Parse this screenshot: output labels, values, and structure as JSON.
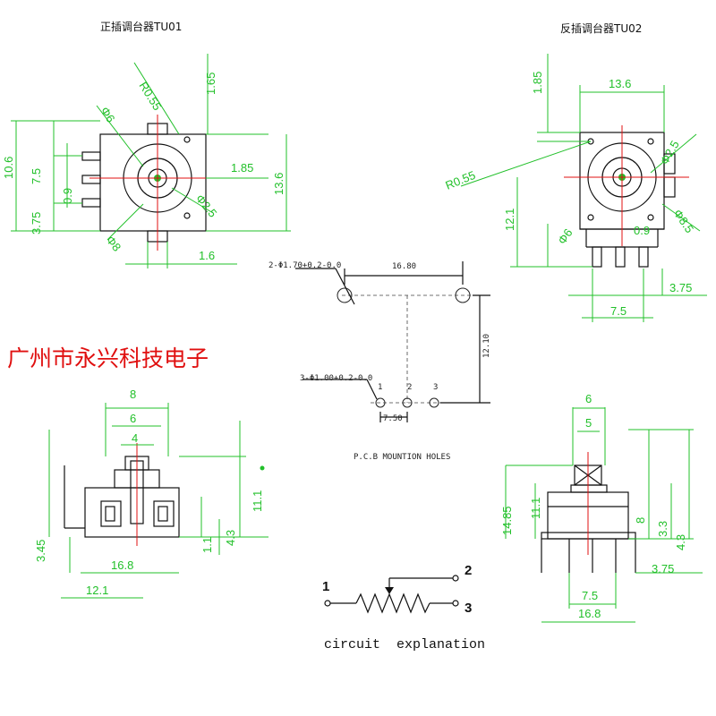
{
  "titles": {
    "tu01": "正插调台器TU01",
    "tu02": "反插调台器TU02"
  },
  "company": "广州市永兴科技电子",
  "tu01_top": {
    "dims": {
      "r055": "R0.55",
      "d165": "1.65",
      "phi6": "Φ6",
      "d75": "7.5",
      "d09": "0.9",
      "d375": "3.75",
      "d185": "1.85",
      "d136": "13.6",
      "phi25": "Φ2.5",
      "phi8": "Φ8",
      "d16": "1.6",
      "d106": "10.6"
    }
  },
  "tu02_top": {
    "dims": {
      "d185": "1.85",
      "d136": "13.6",
      "phi25": "Φ2.5",
      "r055": "R0.55",
      "d121": "12.1",
      "phi6": "Φ6",
      "d09": "0.9",
      "phi8": "Φ8.5",
      "d375": "3.75",
      "d75": "7.5"
    }
  },
  "pcb": {
    "hole2": "2-Φ1.70+0.2-0.0",
    "hole3": "3-Φ1.00+0.2-0.0",
    "d1680": "16.80",
    "d1210": "12.10",
    "d750": "7.50",
    "pins": [
      "1",
      "2",
      "3"
    ],
    "caption": "P.C.B MOUNTION HOLES"
  },
  "tu01_side": {
    "dims": {
      "d8": "8",
      "d6": "6",
      "d4": "4",
      "d111": "11.1",
      "d345": "3.45",
      "d168": "16.8",
      "d11": "1.1",
      "d43": "4.3",
      "d121": "12.1"
    }
  },
  "tu02_side": {
    "dims": {
      "d6": "6",
      "d5": "5",
      "d1485": "14.85",
      "d111": "11.1",
      "d8": "8",
      "d33": "3.3",
      "d43": "4.3",
      "d375": "3.75",
      "d75": "7.5",
      "d168": "16.8"
    }
  },
  "circuit": {
    "pin1": "1",
    "pin2": "2",
    "pin3": "3",
    "caption": "circuit  explanation"
  }
}
